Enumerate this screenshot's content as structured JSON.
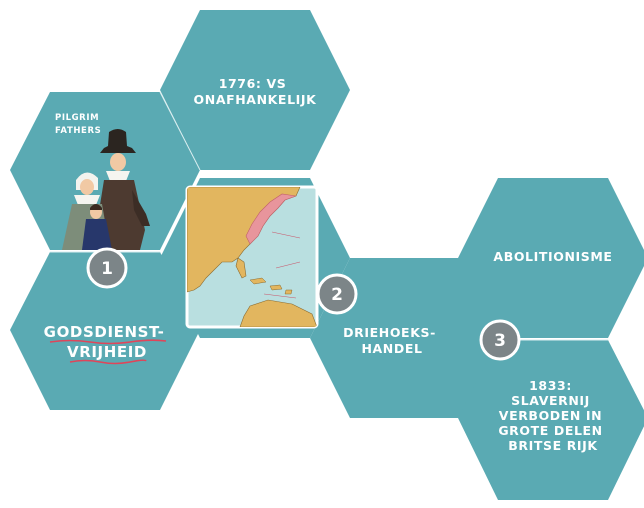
{
  "hexes": {
    "vs": {
      "lines": [
        "1776: VS",
        "ONAFHANKELIJK"
      ]
    },
    "pilgrim": {
      "lines": [
        "PILGRIM",
        "FATHERS"
      ]
    },
    "godsdienst": {
      "lines": [
        "GODSDIENST-",
        "VRIJHEID"
      ]
    },
    "driehoeks": {
      "lines": [
        "DRIEHOEKS-",
        "HANDEL"
      ]
    },
    "abolitionisme": {
      "lines": [
        "ABOLITIONISME"
      ]
    },
    "slavernij": {
      "lines": [
        "1833:",
        "SLAVERNIJ",
        "VERBODEN IN",
        "GROTE DELEN",
        "BRITSE RIJK"
      ]
    }
  },
  "badges": [
    "1",
    "2",
    "3"
  ],
  "colors": {
    "hex_fill": "#5aaab3",
    "badge": "#7c8588",
    "underline": "#e0455a",
    "map_land": "#e2b65f",
    "map_sea": "#b9dfe0",
    "map_colonies": "#e8959c"
  },
  "illustrations": [
    "pilgrim-family-illustration",
    "atlantic-map-illustration"
  ]
}
